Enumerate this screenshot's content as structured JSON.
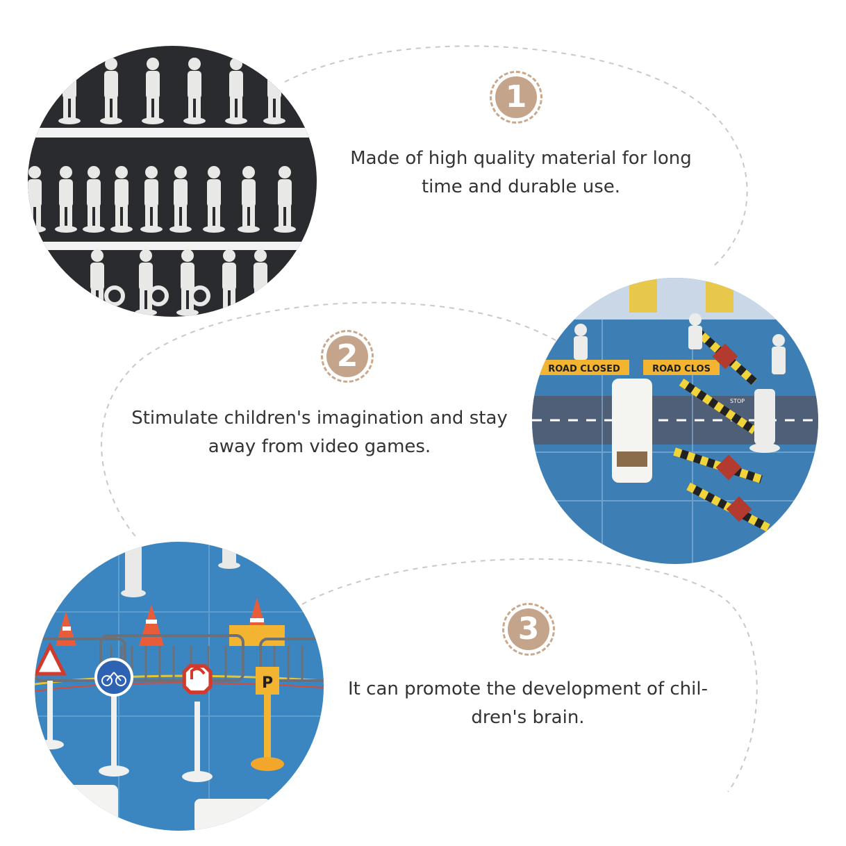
{
  "features": [
    {
      "number": "1",
      "number_color": "#c4a58b",
      "lines": [
        "Made of high quality material for long",
        "time and durable use."
      ],
      "photo_icon": "white-police-figures-image"
    },
    {
      "number": "2",
      "number_color": "#c4a58b",
      "lines": [
        "Stimulate children's imagination and stay",
        "away from video games."
      ],
      "photo_icon": "road-closed-traffic-scene-image",
      "photo_signs": [
        "ROAD CLOSED",
        "ROAD CLOS",
        "STOP"
      ]
    },
    {
      "number": "3",
      "number_color": "#c4a58b",
      "lines": [
        "It can promote the development of chil-",
        "dren's brain."
      ],
      "photo_icon": "traffic-signs-and-fences-image",
      "photo_signs": [
        "P"
      ]
    }
  ],
  "colors": {
    "dashed_line": "#c8c8c8",
    "text": "#333333",
    "badge": "#c4a58b",
    "road_blue": "#3d7fb5"
  }
}
